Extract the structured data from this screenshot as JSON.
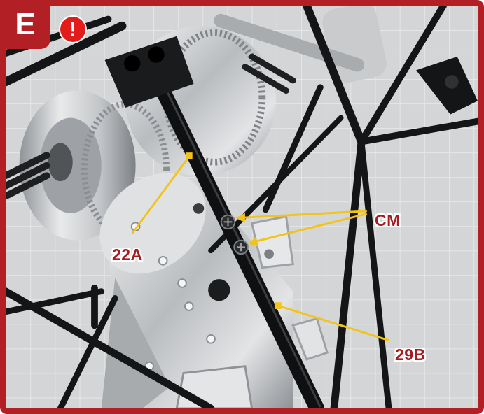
{
  "step": {
    "letter": "E",
    "alert_symbol": "!",
    "alert_icon": "exclamation-icon"
  },
  "labels": {
    "part_22a": "22A",
    "screws_cm": "CM",
    "part_29b": "29B"
  },
  "colors": {
    "brand_red": "#b21f24",
    "alert_red": "#e21b1b",
    "label_red": "#a51d22",
    "callout_yellow": "#f2c318"
  }
}
